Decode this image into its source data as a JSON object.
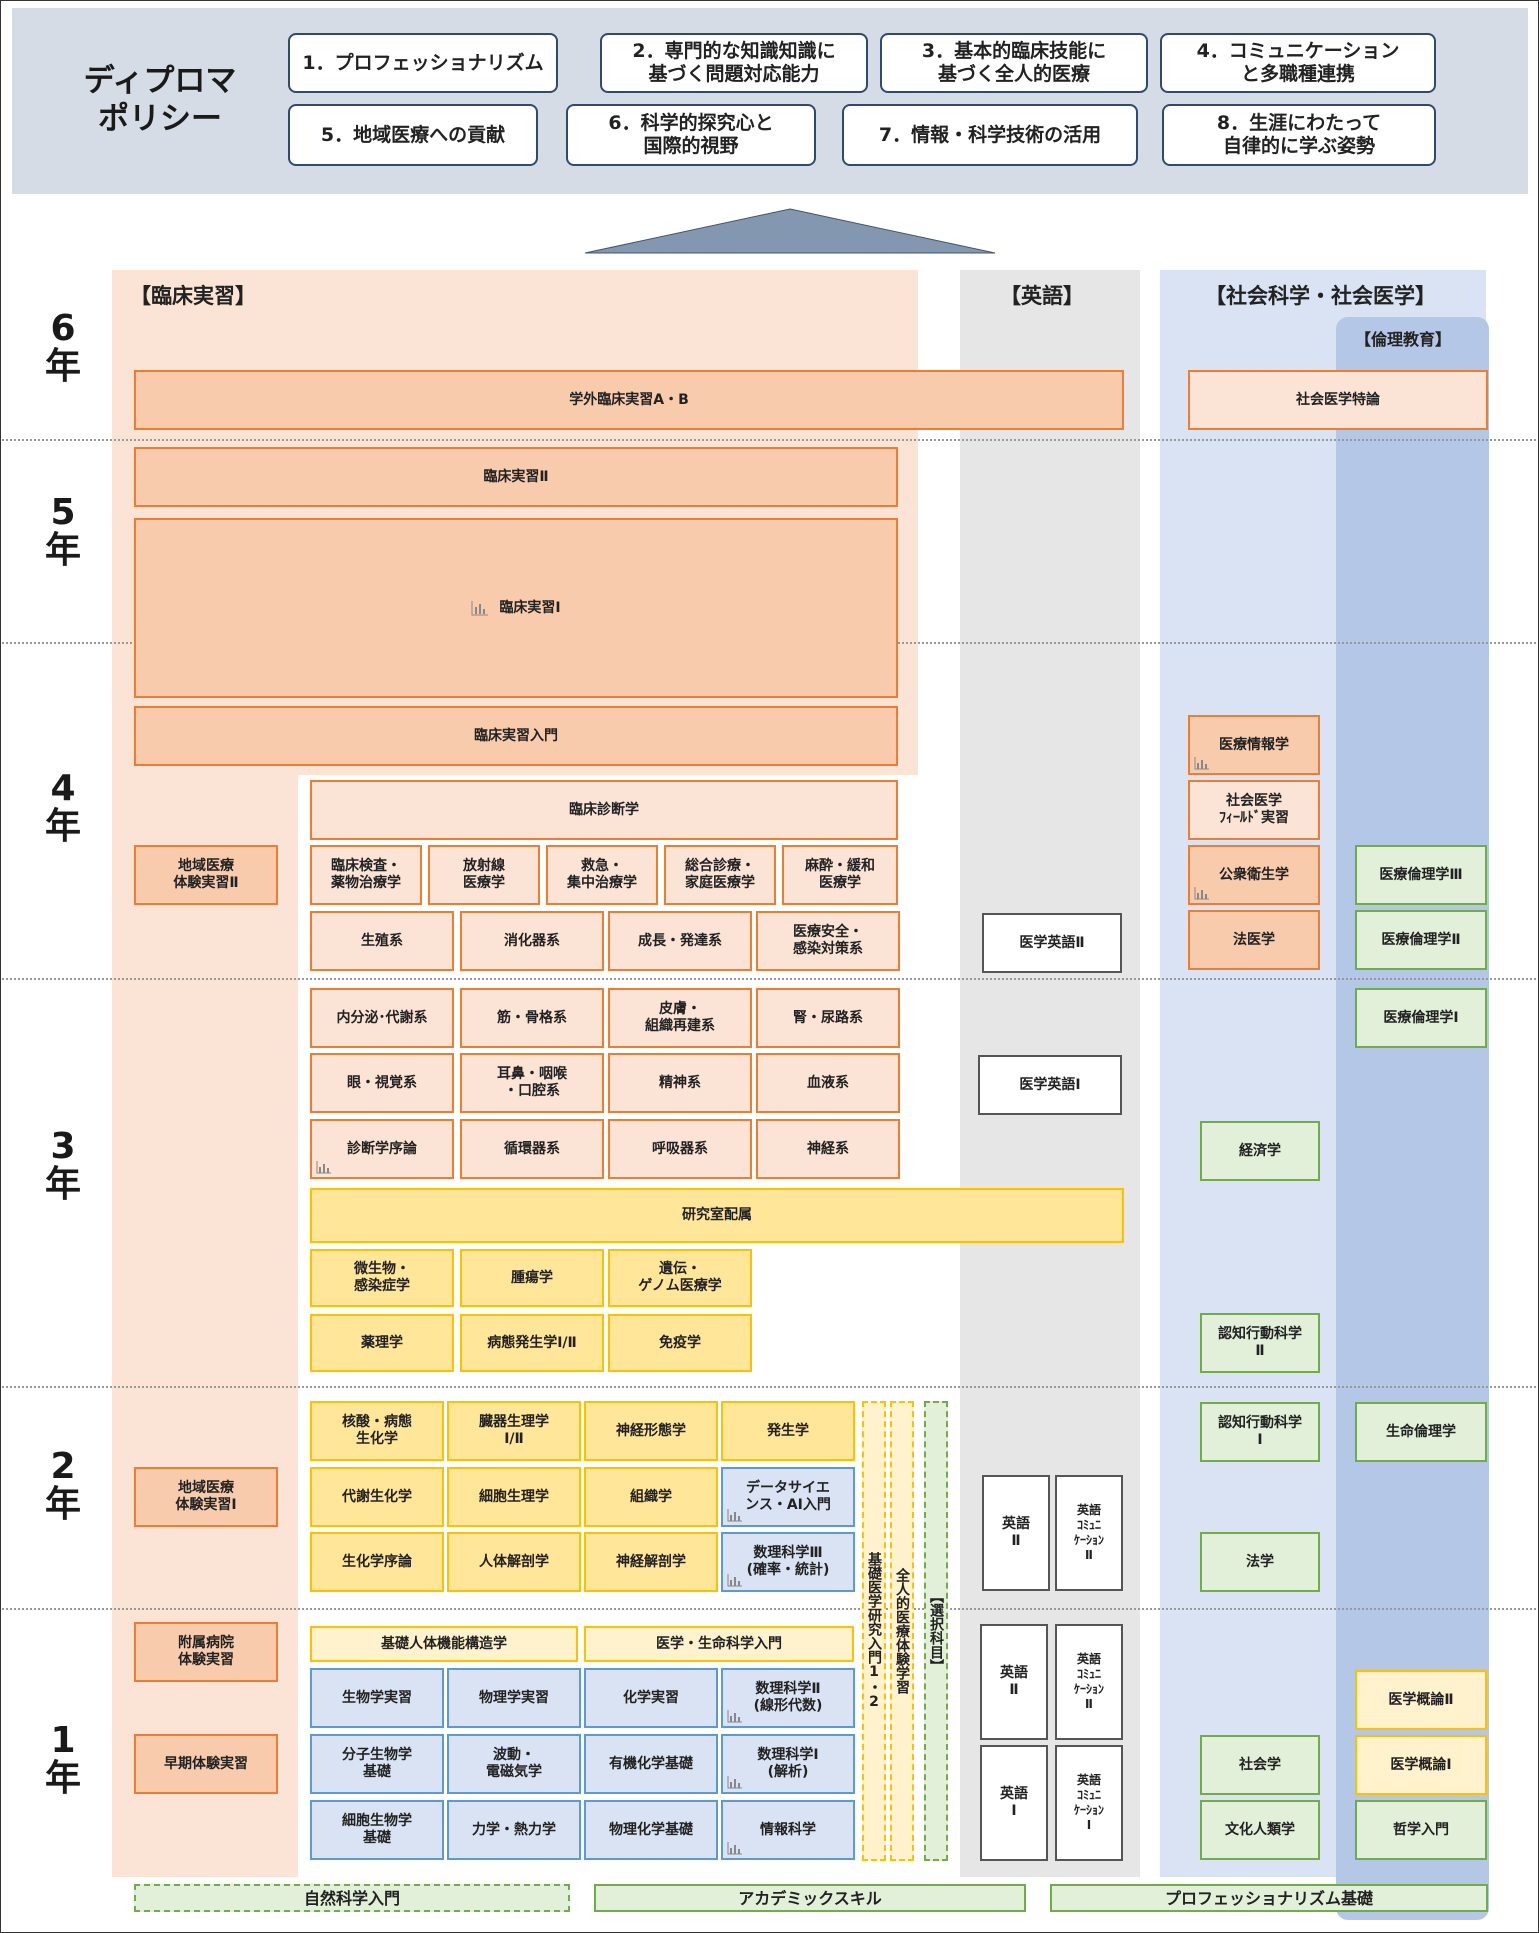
{
  "header": {
    "title": "ディプロマ\nポリシー",
    "policies": [
      "1．プロフェッショナリズム",
      "2．専門的な知識知識に\n基づく問題対応能力",
      "3．基本的臨床技能に\n基づく全人的医療",
      "4．コミュニケーション\nと多職種連携",
      "5．地域医療への貢献",
      "6．科学的探究心と\n国際的視野",
      "7．情報・科学技術の活用",
      "8．生涯にわたって\n自律的に学ぶ姿勢"
    ]
  },
  "categories": {
    "clinical": "【臨床実習】",
    "english": "【英語】",
    "social": "【社会科学・社会医学】",
    "ethics": "【倫理教育】"
  },
  "years": [
    "6\n年",
    "5\n年",
    "4\n年",
    "3\n年",
    "2\n年",
    "1\n年"
  ],
  "courses": {
    "gakugai": "学外臨床実習A・B",
    "shakai_tokuron": "社会医学特論",
    "rinsho2": "臨床実習Ⅱ",
    "rinsho1": "臨床実習Ⅰ",
    "rinsho_nyumon": "臨床実習入門",
    "iryo_joho": "医療情報学",
    "shakai_field": "社会医学\nﾌｨｰﾙﾄﾞ実習",
    "koshu": "公衆衛生学",
    "hoigaku": "法医学",
    "rinri3": "医療倫理学Ⅲ",
    "rinri2": "医療倫理学Ⅱ",
    "rinri1": "医療倫理学Ⅰ",
    "chiiki2": "地域医療\n体験実習Ⅱ",
    "rinsho_shindan": "臨床診断学",
    "y4_row": [
      "臨床検査・\n薬物治療学",
      "放射線\n医療学",
      "救急・\n集中治療学",
      "総合診療・\n家庭医療学",
      "麻酔・緩和\n医療学"
    ],
    "y4_row2": [
      "生殖系",
      "消化器系",
      "成長・発達系",
      "医療安全・\n感染対策系"
    ],
    "eigo2_med": "医学英語Ⅱ",
    "y3_row1": [
      "内分泌･代謝系",
      "筋・骨格系",
      "皮膚・\n組織再建系",
      "腎・尿路系"
    ],
    "y3_row2": [
      "眼・視覚系",
      "耳鼻・咽喉\n・口腔系",
      "精神系",
      "血液系"
    ],
    "y3_row3": [
      "診断学序論",
      "循環器系",
      "呼吸器系",
      "神経系"
    ],
    "eigo1_med": "医学英語Ⅰ",
    "keizai": "経済学",
    "kenkyushitsu": "研究室配属",
    "y3_y1": [
      "微生物・\n感染症学",
      "腫瘍学",
      "遺伝・\nゲノム医療学"
    ],
    "y3_y2": [
      "薬理学",
      "病態発生学Ⅰ/Ⅱ",
      "免疫学"
    ],
    "ninchi2": "認知行動科学\nⅡ",
    "y2_row1": [
      "核酸・病態\n生化学",
      "臓器生理学\nⅠ/Ⅱ",
      "神経形態学",
      "発生学"
    ],
    "y2_row2": [
      "代謝生化学",
      "細胞生理学",
      "組織学",
      "データサイエ\nンス・AI入門"
    ],
    "y2_row3": [
      "生化学序論",
      "人体解剖学",
      "神経解剖学",
      "数理科学Ⅲ\n(確率・統計)"
    ],
    "chiiki1": "地域医療\n体験実習Ⅰ",
    "ninchi1": "認知行動科学\nⅠ",
    "seimei_rinri": "生命倫理学",
    "hogaku": "法学",
    "eigo_2_y2": "英語\nⅡ",
    "comm_2_y2": "英語\nｺﾐｭﾆ\nｹｰｼｮﾝ\nⅡ",
    "kiso_kenkyu": "基礎医学研究入門1・2",
    "zenjin": "全人的医療体験学習",
    "sentaku": "【選択科目】",
    "fuzoku": "附属病院\n体験実習",
    "soki": "早期体験実習",
    "kiso_jintai": "基礎人体機能構造学",
    "igaku_seimei": "医学・生命科学入門",
    "y1_row1": [
      "生物学実習",
      "物理学実習",
      "化学実習",
      "数理科学Ⅱ\n(線形代数)"
    ],
    "y1_row2": [
      "分子生物学\n基礎",
      "波動・\n電磁気学",
      "有機化学基礎",
      "数理科学Ⅰ\n(解析)"
    ],
    "y1_row3": [
      "細胞生物学\n基礎",
      "力学・熱力学",
      "物理化学基礎",
      "情報科学"
    ],
    "eigo_2_y1": "英語\nⅡ",
    "comm_2_y1": "英語\nｺﾐｭﾆ\nｹｰｼｮﾝ\nⅡ",
    "eigo_1": "英語\nⅠ",
    "comm_1": "英語\nｺﾐｭﾆ\nｹｰｼｮﾝ\nⅠ",
    "igaku_gairon2": "医学概論Ⅱ",
    "igaku_gairon1": "医学概論Ⅰ",
    "shakaigaku": "社会学",
    "bunka": "文化人類学",
    "tetsugaku": "哲学入門"
  },
  "footer": [
    "自然科学入門",
    "アカデミックスキル",
    "プロフェッショナリズム基礎"
  ]
}
